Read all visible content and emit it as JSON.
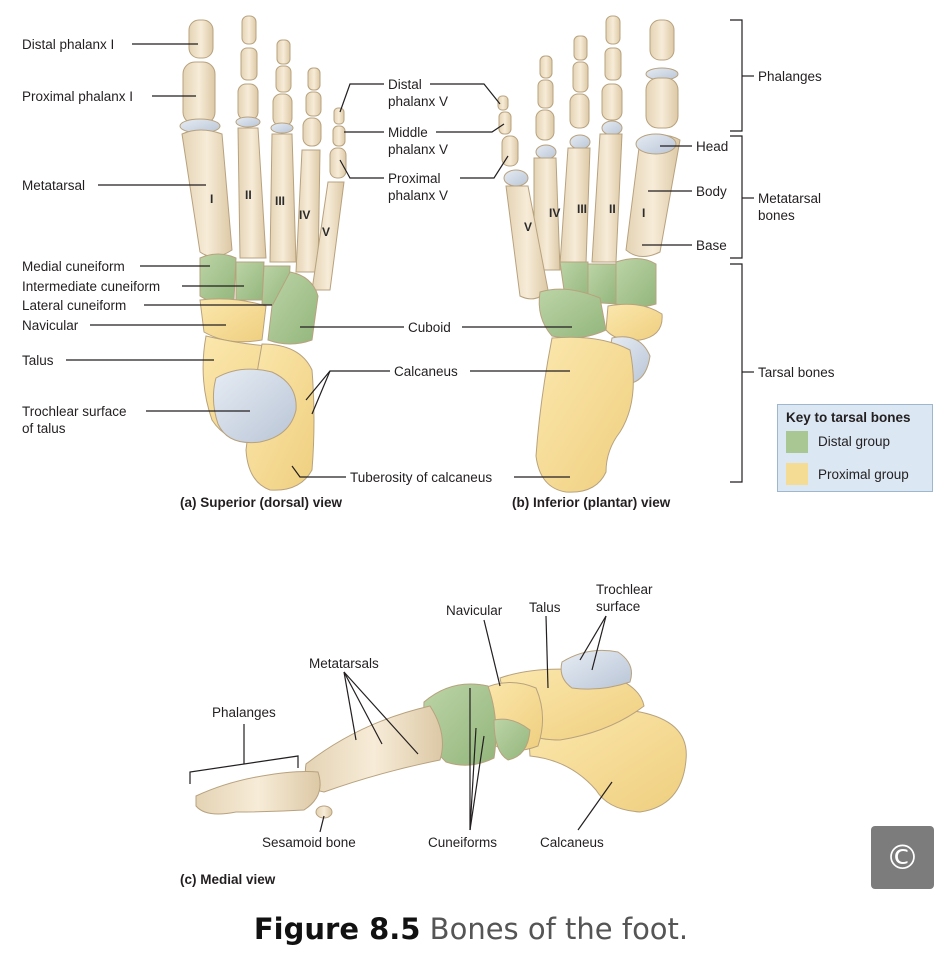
{
  "view_a": {
    "caption": "(a) Superior (dorsal) view",
    "labels": {
      "distal_phalanx_1": "Distal phalanx I",
      "proximal_phalanx_1": "Proximal phalanx I",
      "metatarsal": "Metatarsal",
      "medial_cuneiform": "Medial cuneiform",
      "intermediate_cuneiform": "Intermediate cuneiform",
      "lateral_cuneiform": "Lateral cuneiform",
      "navicular": "Navicular",
      "talus": "Talus",
      "trochlear_line1": "Trochlear surface",
      "trochlear_line2": "of talus"
    },
    "numerals": [
      "I",
      "II",
      "III",
      "IV",
      "V"
    ]
  },
  "center_labels": {
    "distal_v_1": "Distal",
    "distal_v_2": "phalanx V",
    "middle_v_1": "Middle",
    "middle_v_2": "phalanx V",
    "proximal_v_1": "Proximal",
    "proximal_v_2": "phalanx V",
    "cuboid": "Cuboid",
    "calcaneus": "Calcaneus",
    "tuberosity": "Tuberosity of calcaneus"
  },
  "view_b": {
    "caption": "(b) Inferior (plantar) view",
    "labels": {
      "phalanges": "Phalanges",
      "head": "Head",
      "body": "Body",
      "base": "Base",
      "metatarsal_bones_1": "Metatarsal",
      "metatarsal_bones_2": "bones",
      "tarsal_bones": "Tarsal bones"
    },
    "numerals": [
      "V",
      "IV",
      "III",
      "II",
      "I"
    ]
  },
  "key": {
    "title": "Key to tarsal bones",
    "items": [
      {
        "label": "Distal group",
        "color": "#a9c793"
      },
      {
        "label": "Proximal group",
        "color": "#f5dc94"
      }
    ]
  },
  "view_c": {
    "caption": "(c) Medial view",
    "labels": {
      "trochlear_1": "Trochlear",
      "trochlear_2": "surface",
      "navicular": "Navicular",
      "talus": "Talus",
      "metatarsals": "Metatarsals",
      "phalanges": "Phalanges",
      "sesamoid": "Sesamoid bone",
      "cuneiforms": "Cuneiforms",
      "calcaneus": "Calcaneus"
    }
  },
  "figure": {
    "number": "Figure 8.5",
    "title": " Bones of the foot."
  },
  "colors": {
    "distal_group": "#a9c793",
    "proximal_group": "#f5dc94",
    "bone": "#efe2c8",
    "bone_outline": "#b8a27e",
    "cartilage": "#cfd8e6",
    "leader_line": "#231f20",
    "copyright_button": "#7c7c7c"
  },
  "icons": {
    "copyright": "copyright-icon"
  },
  "copyright_symbol": "©"
}
